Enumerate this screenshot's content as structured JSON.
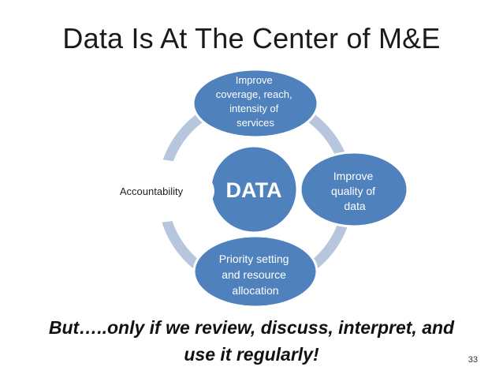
{
  "title": "Data Is At The Center of M&E",
  "diagram": {
    "center": {
      "label": "DATA"
    },
    "nodes": [
      {
        "id": "top",
        "lines": [
          "Improve",
          "coverage, reach,",
          "intensity  of",
          "services"
        ]
      },
      {
        "id": "right",
        "lines": [
          "Improve",
          "quality of",
          "data"
        ]
      },
      {
        "id": "bottom",
        "lines": [
          "Priority setting",
          "and resource",
          "allocation"
        ]
      },
      {
        "id": "left",
        "lines": [
          "Accountability"
        ]
      }
    ],
    "colors": {
      "node_fill": "#4f81bd",
      "node_stroke": "#ffffff",
      "ring": "#b8c6dd",
      "center_text": "#ffffff",
      "node_text": "#ffffff",
      "left_text": "#1f1f1f"
    }
  },
  "footer": {
    "note_line1": "But…..only if we review, discuss, interpret, and",
    "note_line2": "use it regularly!",
    "slide_number": "33"
  }
}
